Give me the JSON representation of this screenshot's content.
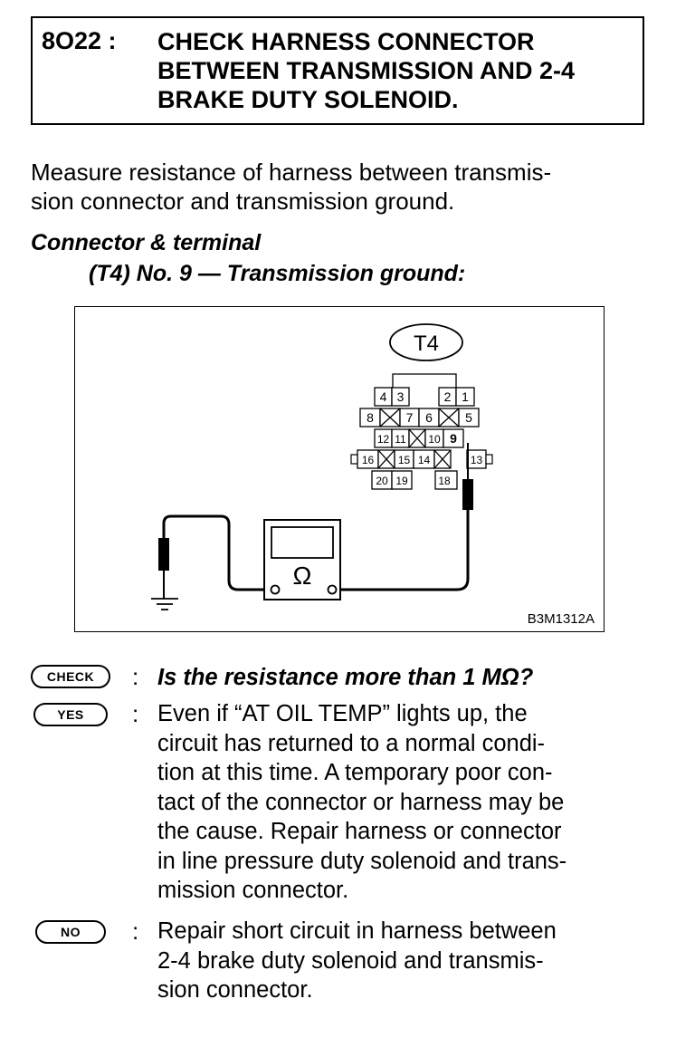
{
  "step": {
    "code": "8O22 :",
    "title_lines": [
      "CHECK HARNESS CONNECTOR",
      "BETWEEN TRANSMISSION AND 2-4",
      "BRAKE DUTY SOLENOID."
    ]
  },
  "intro_lines": [
    "Measure resistance of harness between transmis-",
    "sion connector and transmission ground."
  ],
  "connector_terminal": {
    "heading": "Connector & terminal",
    "detail": "(T4) No. 9 — Transmission ground:"
  },
  "diagram": {
    "connector_label": "T4",
    "pins": [
      "1",
      "2",
      "3",
      "4",
      "5",
      "6",
      "7",
      "8",
      "9",
      "10",
      "11",
      "12",
      "13",
      "14",
      "15",
      "16",
      "18",
      "19",
      "20"
    ],
    "meter_symbol": "Ω",
    "figure_code": "B3M1312A"
  },
  "check": {
    "badge": "CHECK",
    "colon": ":",
    "question": "Is the resistance more than 1 MΩ?"
  },
  "yes": {
    "badge": "YES",
    "colon": ":",
    "lines": [
      "Even if “AT OIL TEMP” lights up, the",
      "circuit has returned to a normal condi-",
      "tion at this time. A temporary poor con-",
      "tact of the connector or harness may be",
      "the cause. Repair harness or connector",
      "in line pressure duty solenoid and trans-",
      "mission connector."
    ]
  },
  "no": {
    "badge": "NO",
    "colon": ":",
    "lines": [
      "Repair short circuit in harness between",
      "2-4 brake duty solenoid and transmis-",
      "sion connector."
    ]
  }
}
